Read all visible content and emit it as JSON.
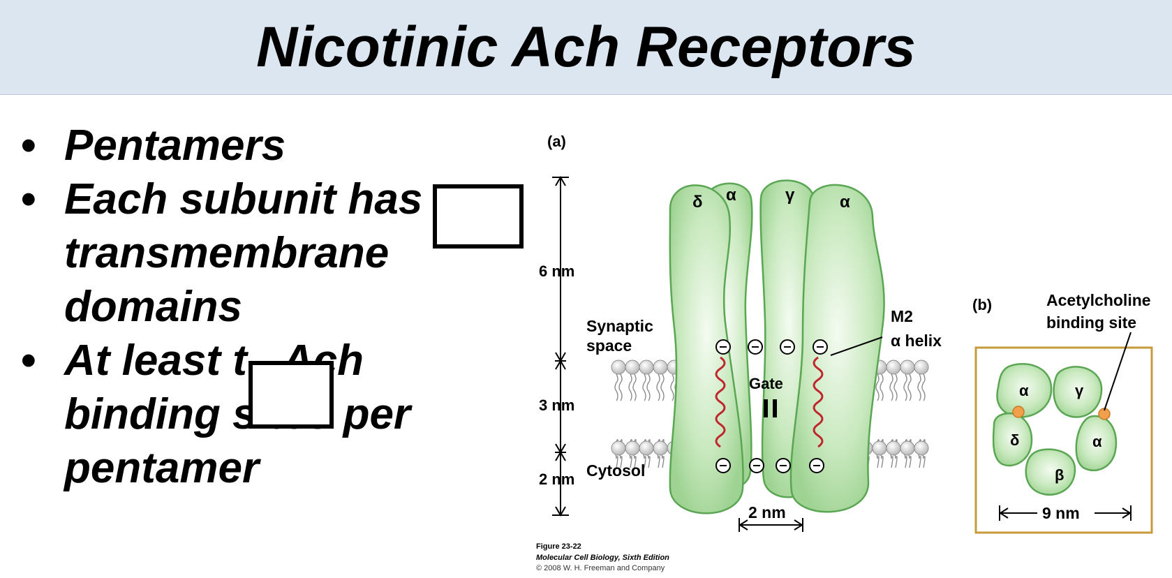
{
  "slide": {
    "title": "Nicotinic Ach Receptors",
    "bullets": [
      {
        "lines": [
          "Pentamers"
        ]
      },
      {
        "lines": [
          "Each subunit has",
          "transmembrane",
          "domains"
        ]
      },
      {
        "lines": [
          "At least t",
          "Ach",
          "binding sites per",
          "pentamer"
        ]
      }
    ],
    "bullet_glyph": "•"
  },
  "figure": {
    "panel_a_label": "(a)",
    "panel_b_label": "(b)",
    "subunits_a": [
      "δ",
      "α",
      "γ",
      "α"
    ],
    "dimension_labels": [
      "6 nm",
      "3 nm",
      "2 nm"
    ],
    "region_labels": {
      "synaptic": [
        "Synaptic",
        "space"
      ],
      "cytosol": "Cytosol",
      "gate": "Gate"
    },
    "m2_label": [
      "M2",
      "α helix"
    ],
    "pore_width": "2 nm",
    "acetylcholine_label": [
      "Acetylcholine",
      "binding site"
    ],
    "subunits_b": [
      "α",
      "γ",
      "δ",
      "α",
      "β"
    ],
    "ring_width": "9 nm",
    "caption": [
      "Figure 23-22",
      "Molecular Cell Biology, Sixth Edition",
      "© 2008 W. H. Freeman and Company"
    ]
  },
  "colors": {
    "title_band": "#dce6f1",
    "subunit_fill": "#bfe3b4",
    "subunit_edge": "#4f9a4a",
    "helix": "#c0272d",
    "binding_site": "#f0a04a",
    "frame": "#c79a3a"
  }
}
